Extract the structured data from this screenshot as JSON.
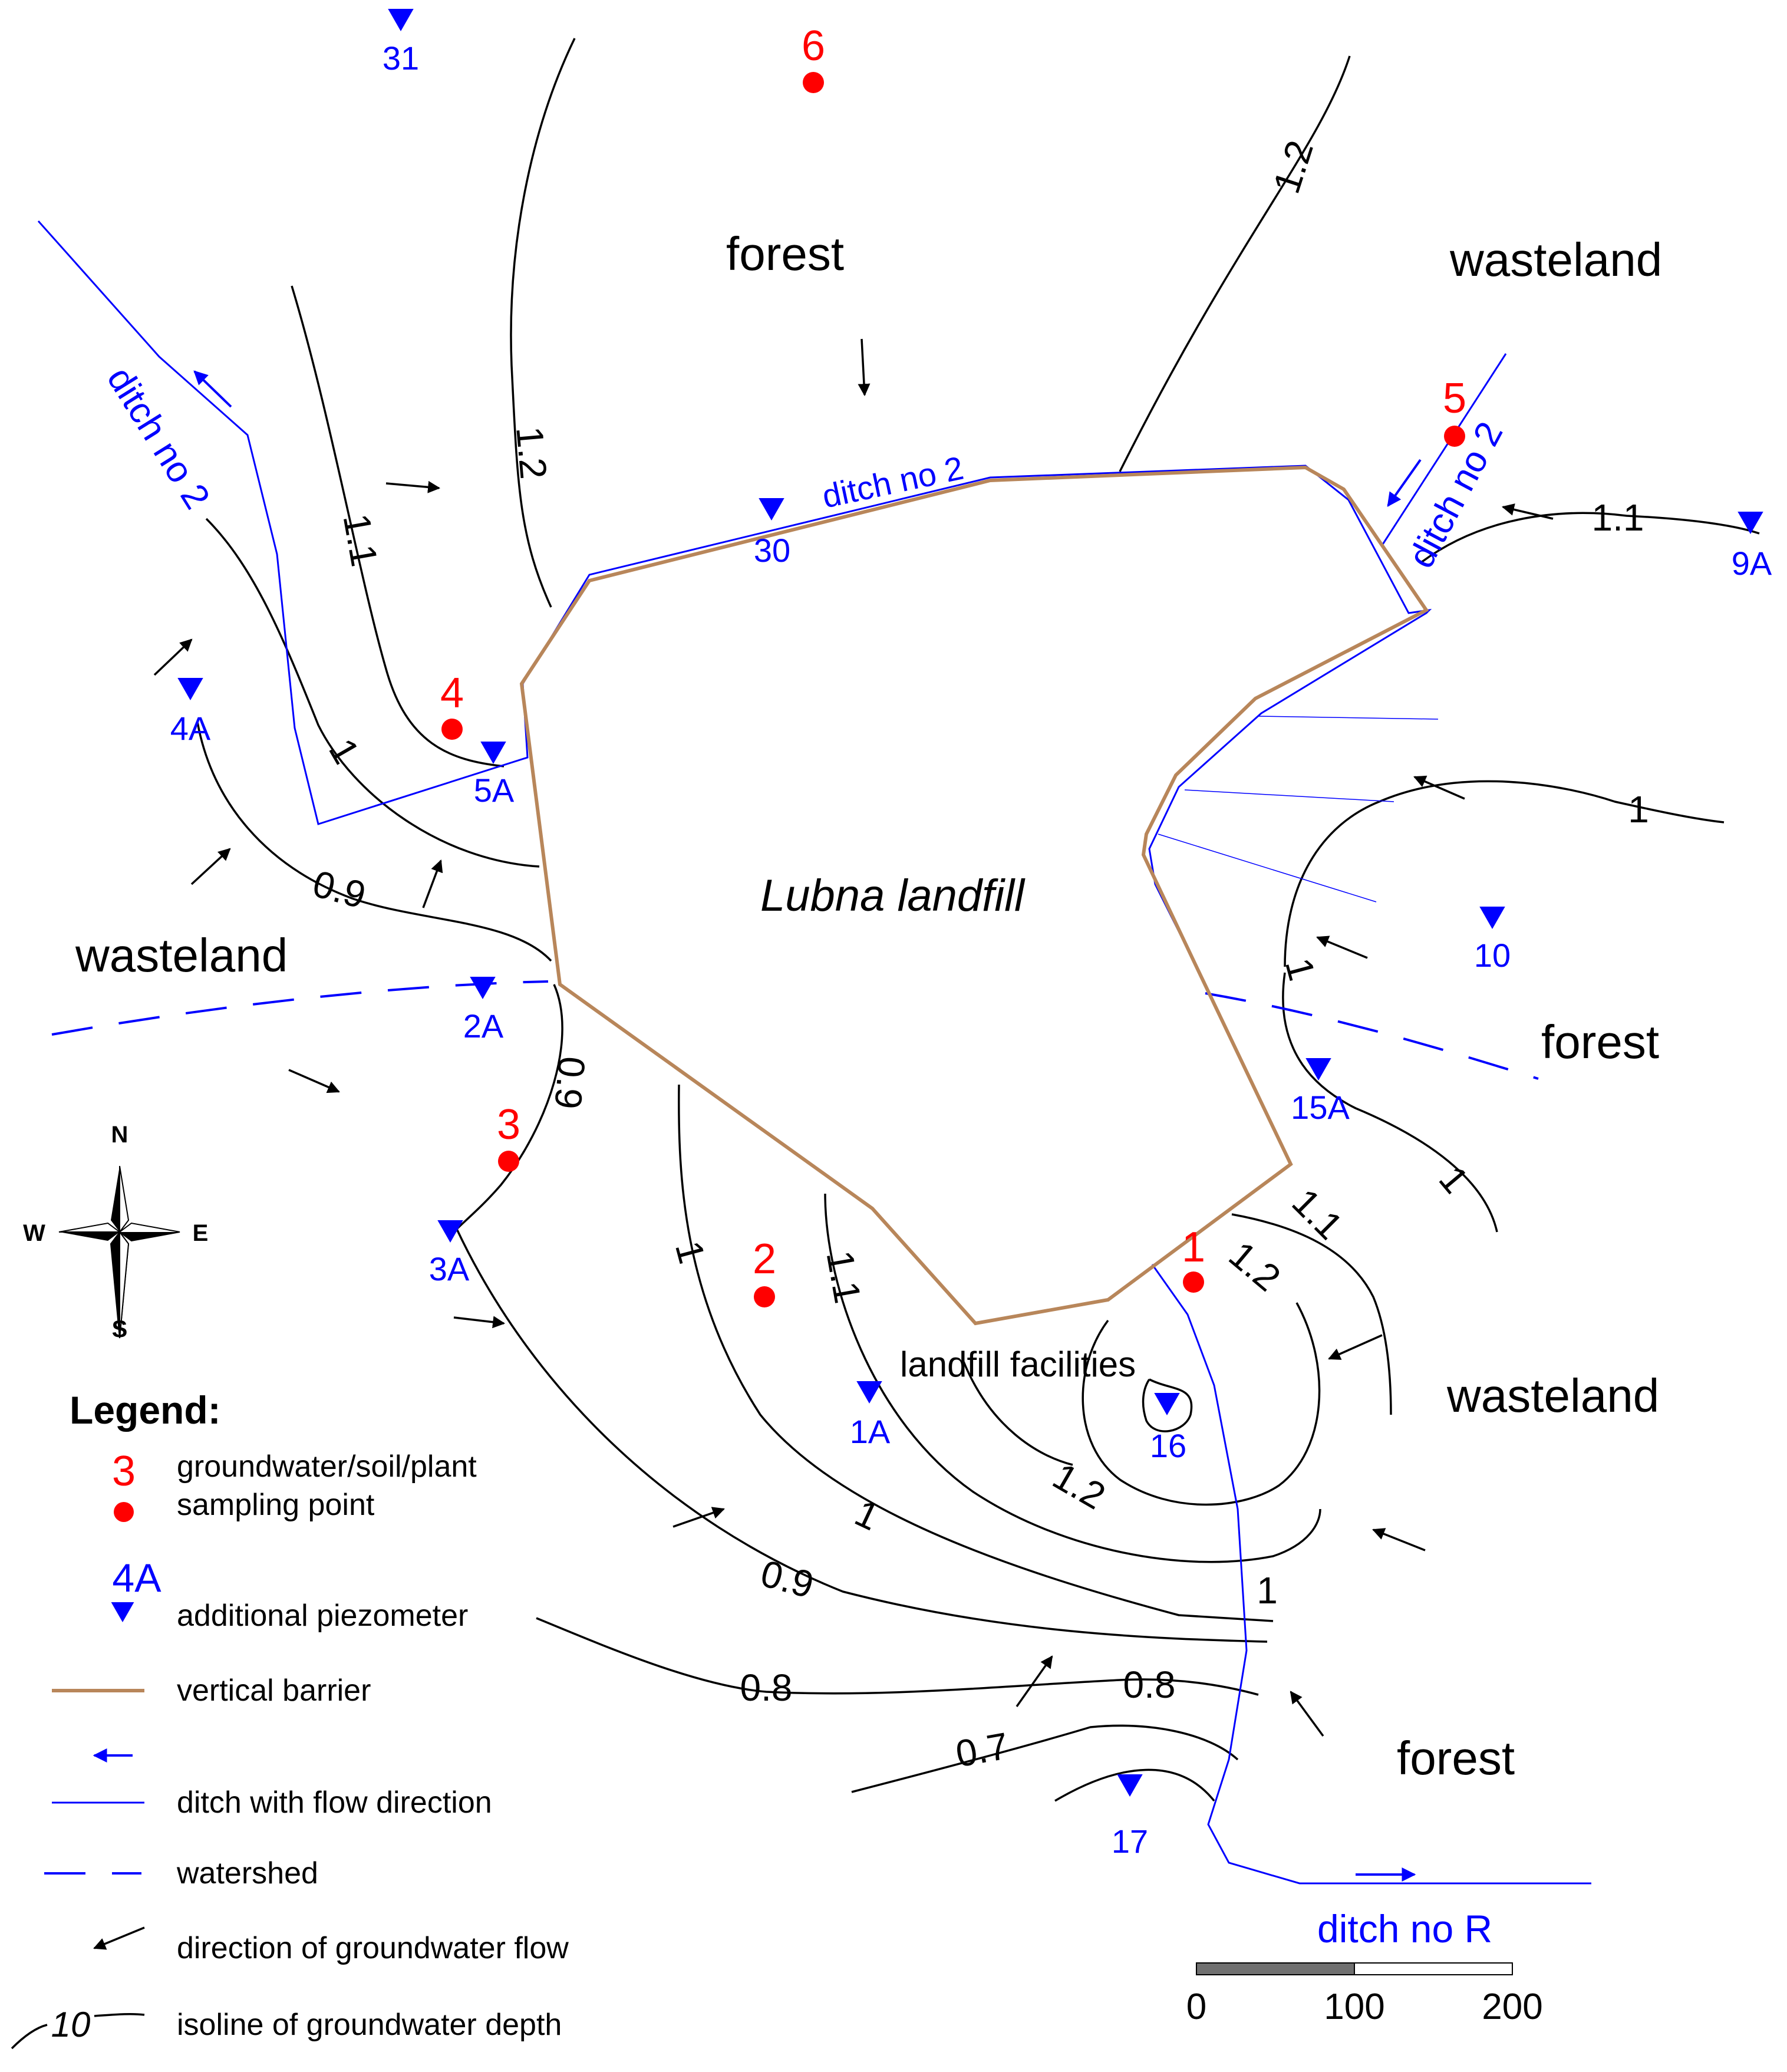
{
  "landfill": {
    "label": "Lubna landfill",
    "facilities": "landfill facilities"
  },
  "land_use": [
    {
      "id": "forest-n",
      "label": "forest"
    },
    {
      "id": "wasteland-ne",
      "label": "wasteland"
    },
    {
      "id": "wasteland-w",
      "label": "wasteland"
    },
    {
      "id": "forest-e",
      "label": "forest"
    },
    {
      "id": "wasteland-se",
      "label": "wasteland"
    },
    {
      "id": "forest-s",
      "label": "forest"
    }
  ],
  "ditches": [
    {
      "id": "ditch-nw",
      "label": "ditch no 2"
    },
    {
      "id": "ditch-n",
      "label": "ditch no 2"
    },
    {
      "id": "ditch-ne",
      "label": "ditch no 2"
    },
    {
      "id": "ditch-r",
      "label": "ditch no R"
    }
  ],
  "sampling_points": [
    {
      "id": "1",
      "label": "1"
    },
    {
      "id": "2",
      "label": "2"
    },
    {
      "id": "3",
      "label": "3"
    },
    {
      "id": "4",
      "label": "4"
    },
    {
      "id": "5",
      "label": "5"
    },
    {
      "id": "6",
      "label": "6"
    }
  ],
  "piezometers": [
    {
      "id": "31",
      "label": "31"
    },
    {
      "id": "30",
      "label": "30"
    },
    {
      "id": "9A",
      "label": "9A"
    },
    {
      "id": "4A",
      "label": "4A"
    },
    {
      "id": "5A",
      "label": "5A"
    },
    {
      "id": "10",
      "label": "10"
    },
    {
      "id": "2A",
      "label": "2A"
    },
    {
      "id": "15A",
      "label": "15A"
    },
    {
      "id": "3A",
      "label": "3A"
    },
    {
      "id": "1A",
      "label": "1A"
    },
    {
      "id": "16",
      "label": "16"
    },
    {
      "id": "17",
      "label": "17"
    }
  ],
  "isolines": [
    {
      "id": "a",
      "label": "1.2"
    },
    {
      "id": "b",
      "label": "1.2"
    },
    {
      "id": "c",
      "label": "1.1"
    },
    {
      "id": "d",
      "label": "1.1"
    },
    {
      "id": "e",
      "label": "1"
    },
    {
      "id": "f",
      "label": "0.9"
    },
    {
      "id": "g",
      "label": "0.9"
    },
    {
      "id": "h",
      "label": "1"
    },
    {
      "id": "i",
      "label": "1"
    },
    {
      "id": "j",
      "label": "1"
    },
    {
      "id": "k",
      "label": "1.1"
    },
    {
      "id": "l",
      "label": "1.2"
    },
    {
      "id": "m",
      "label": "1"
    },
    {
      "id": "n",
      "label": "1.1"
    },
    {
      "id": "o",
      "label": "1.2"
    },
    {
      "id": "p",
      "label": "1"
    },
    {
      "id": "q",
      "label": "0.9"
    },
    {
      "id": "r",
      "label": "1"
    },
    {
      "id": "s",
      "label": "0.8"
    },
    {
      "id": "t",
      "label": "0.8"
    },
    {
      "id": "u",
      "label": "0.7"
    }
  ],
  "compass": {
    "n": "N",
    "s": "S",
    "e": "E",
    "w": "W"
  },
  "scale_bar": {
    "labels": [
      "0",
      "100",
      "200"
    ]
  },
  "legend": {
    "title": "Legend:",
    "sampling_symbol": "3",
    "sampling_line1": "groundwater/soil/plant",
    "sampling_line2": "sampling point",
    "piezometer_symbol": "4A",
    "piezometer": "additional piezometer",
    "barrier": "vertical barrier",
    "ditch": "ditch with flow direction",
    "watershed": "watershed",
    "flow": "direction of groundwater flow",
    "isoline_symbol": "10",
    "isoline": "isoline of groundwater depth"
  },
  "colors": {
    "ditch": "#0000ff",
    "barrier": "#b8865a",
    "sampling_point": "#ff0000",
    "isoline": "#000000"
  }
}
